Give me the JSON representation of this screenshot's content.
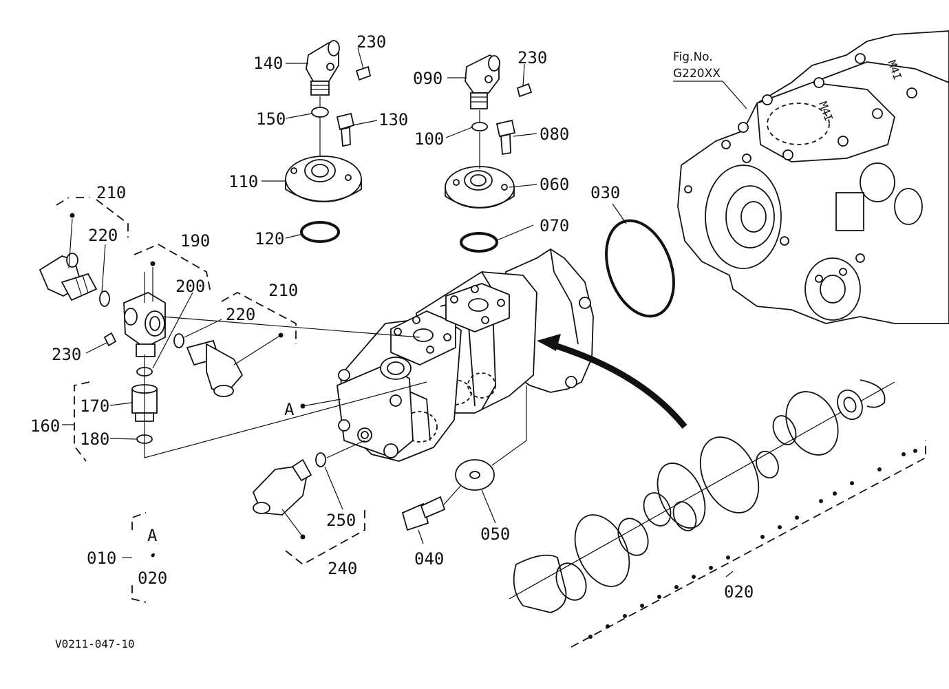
{
  "figure": {
    "fig_no_label": "Fig.No.",
    "fig_no_value": "G220XX",
    "drawing_code": "V0211-047-10"
  },
  "callouts": {
    "c010": "010",
    "c020_group": "020",
    "c020_legend": "020",
    "c030": "030",
    "c040": "040",
    "c050": "050",
    "c060": "060",
    "c070": "070",
    "c080": "080",
    "c090": "090",
    "c100": "100",
    "c110": "110",
    "c120": "120",
    "c130": "130",
    "c140": "140",
    "c150": "150",
    "c160": "160",
    "c170": "170",
    "c180": "180",
    "c190": "190",
    "c200": "200",
    "c210_left": "210",
    "c210_right": "210",
    "c220_left": "220",
    "c220_right": "220",
    "c230_top_left": "230",
    "c230_top_right": "230",
    "c230_side": "230",
    "c240": "240",
    "c250": "250",
    "ref_a_pump": "A",
    "ref_a_legend": "A",
    "legend_dot": "·"
  },
  "housing_marks": {
    "mark_1": "M4I",
    "mark_2": "M4I"
  }
}
